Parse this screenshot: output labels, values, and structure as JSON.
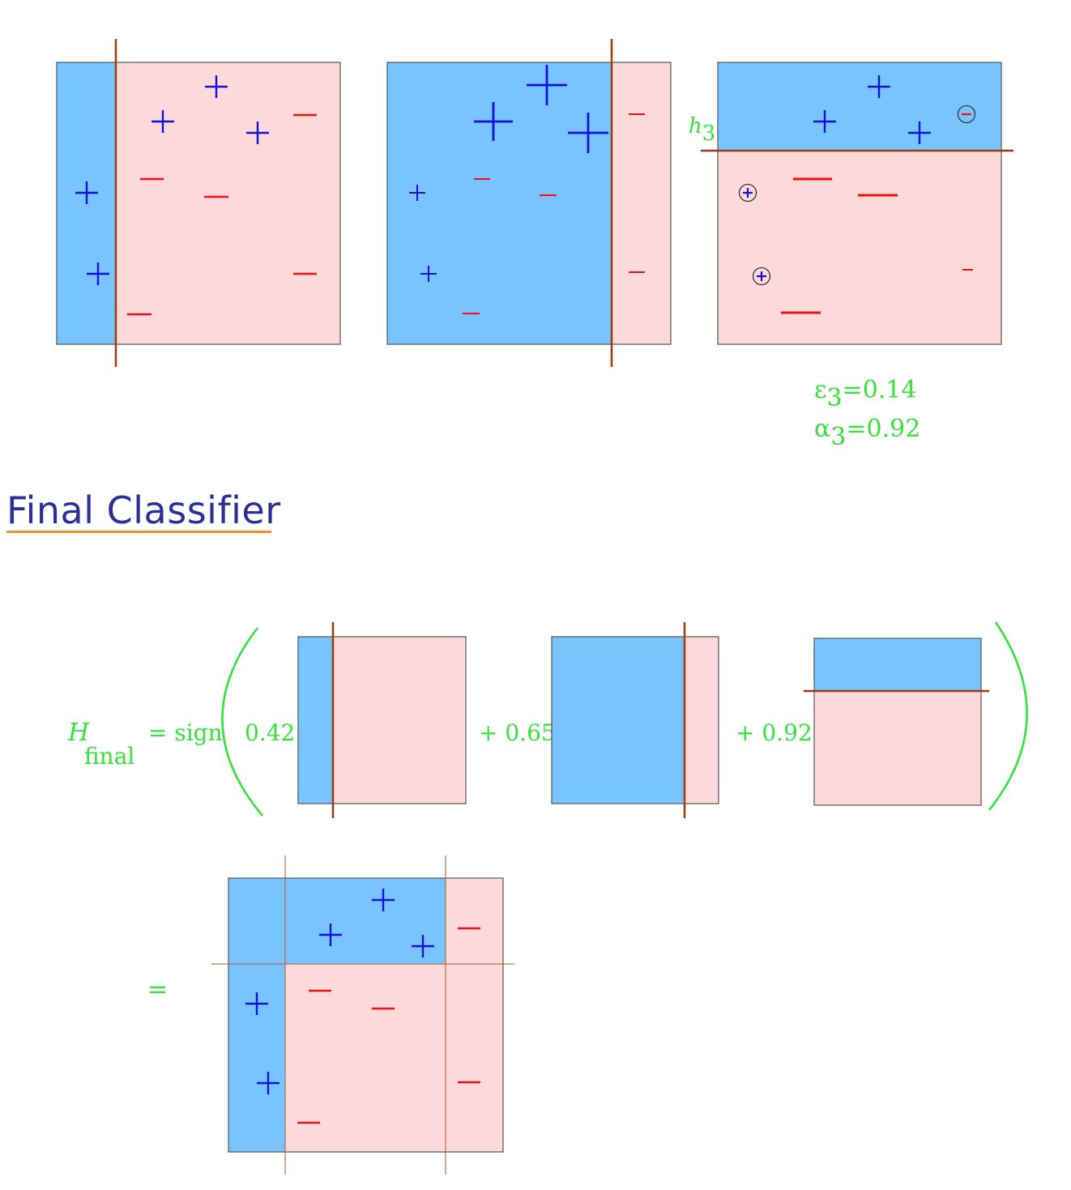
{
  "colors": {
    "positive_region": "#78c4ff",
    "negative_region": "#fdd9d9",
    "boundary": "#9a3b14",
    "positive_mark": "#1010e0",
    "negative_mark": "#ee1111",
    "math_text": "#35e33b",
    "heading": "#2b2f98",
    "heading_underline": "#f0922b",
    "frame": "#555555"
  },
  "round3": {
    "hypothesis_label": "h",
    "hypothesis_index": "3",
    "epsilon_symbol": "ε",
    "epsilon_index": "3",
    "epsilon_value": "=0.14",
    "alpha_symbol": "α",
    "alpha_index": "3",
    "alpha_value": "=0.92"
  },
  "section_title": "Final Classifier",
  "formula": {
    "lhs_symbol": "H",
    "lhs_subscript": "final",
    "equals_sign": "= sign",
    "term1_weight": "0.42",
    "term2_weight": "+ 0.65",
    "term3_weight": "+ 0.92",
    "result_equals": "="
  },
  "mark_symbols": {
    "positive": "+",
    "negative": "−"
  }
}
